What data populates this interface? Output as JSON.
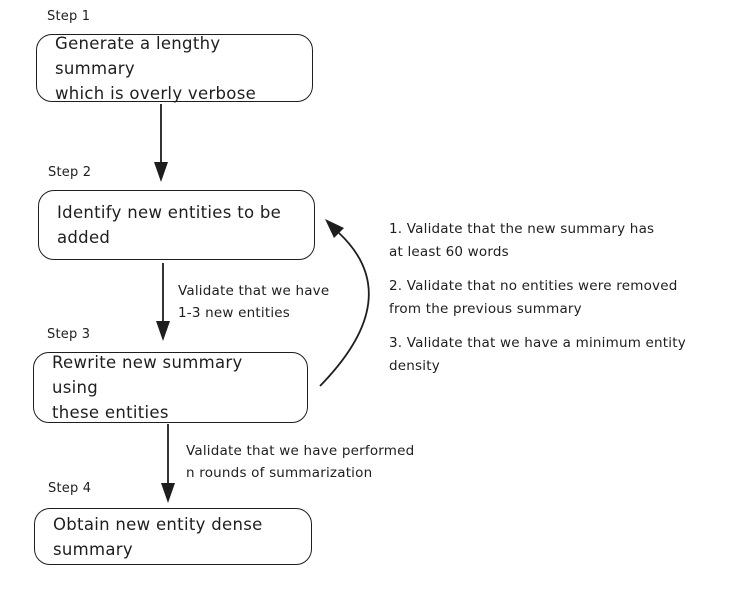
{
  "diagram": {
    "steps": [
      {
        "label": "Step 1",
        "text": "Generate a lengthy summary\nwhich is overly verbose"
      },
      {
        "label": "Step 2",
        "text": "Identify new entities to be\nadded"
      },
      {
        "label": "Step 3",
        "text": "Rewrite new summary using\nthese entities"
      },
      {
        "label": "Step 4",
        "text": "Obtain new entity dense\nsummary"
      }
    ],
    "edges": [
      {
        "from": "Step 2",
        "to": "Step 3",
        "label": "Validate that we have\n1-3 new entities"
      },
      {
        "from": "Step 3",
        "to": "Step 4",
        "label": "Validate that we have performed\nn rounds of summarization"
      },
      {
        "from": "Step 1",
        "to": "Step 2",
        "label": ""
      },
      {
        "from": "Step 3",
        "to": "Step 2",
        "label": "",
        "type": "feedback-curve"
      }
    ],
    "validations": [
      "1. Validate that the new summary has\nat least 60 words",
      "2. Validate that no entities were removed\nfrom the previous summary",
      "3. Validate that we have a minimum entity\ndensity"
    ],
    "colors": {
      "stroke": "#1e1e1e",
      "background": "#ffffff"
    }
  }
}
